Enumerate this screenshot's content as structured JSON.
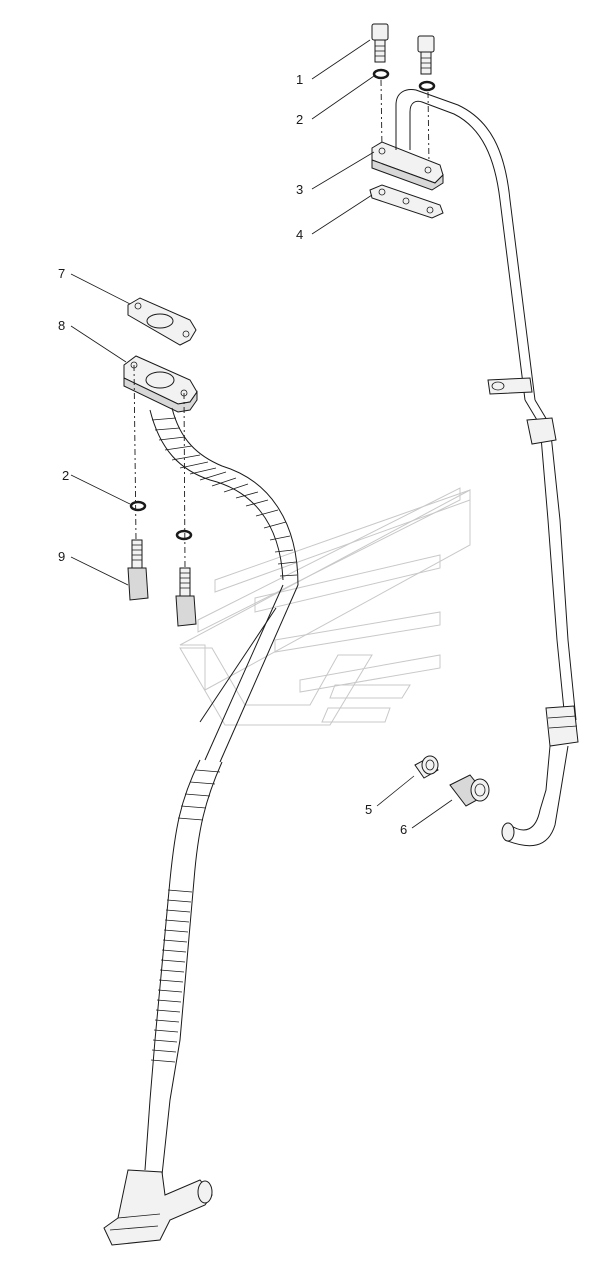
{
  "diagram": {
    "callouts": [
      {
        "id": "callout-1",
        "number": "1"
      },
      {
        "id": "callout-2a",
        "number": "2"
      },
      {
        "id": "callout-3",
        "number": "3"
      },
      {
        "id": "callout-4",
        "number": "4"
      },
      {
        "id": "callout-7",
        "number": "7"
      },
      {
        "id": "callout-8",
        "number": "8"
      },
      {
        "id": "callout-2b",
        "number": "2"
      },
      {
        "id": "callout-9",
        "number": "9"
      },
      {
        "id": "callout-5",
        "number": "5"
      },
      {
        "id": "callout-6",
        "number": "6"
      }
    ],
    "colors": {
      "line": "#1a1a1a",
      "part_fill": "#f2f2f2",
      "watermark": "#c8c8c8",
      "background": "#ffffff"
    }
  }
}
